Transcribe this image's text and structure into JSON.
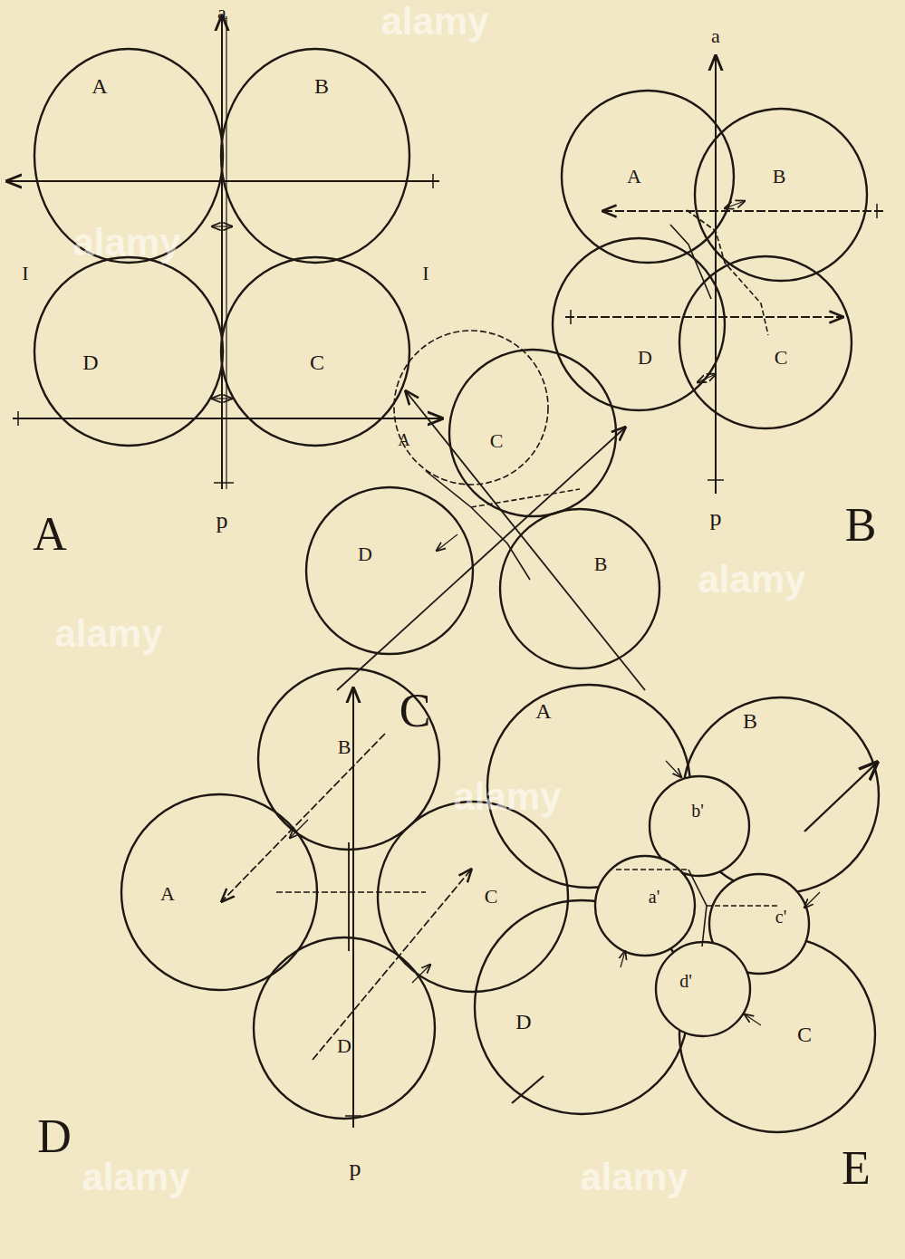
{
  "diagram": {
    "labels": [
      "a",
      "A",
      "B",
      "I",
      "I",
      "D",
      "C",
      "p",
      "A",
      "a",
      "A",
      "B",
      "D",
      "C",
      "p",
      "B",
      "A",
      "C",
      "D",
      "B",
      "C",
      "B",
      "A",
      "C",
      "D",
      "p",
      "D",
      "A",
      "B",
      "b'",
      "a'",
      "c'",
      "d'",
      "D",
      "C",
      "E",
      "alamy",
      "alamy",
      "alamy",
      "alamy",
      "alamy",
      "alamy",
      "alamy"
    ]
  }
}
